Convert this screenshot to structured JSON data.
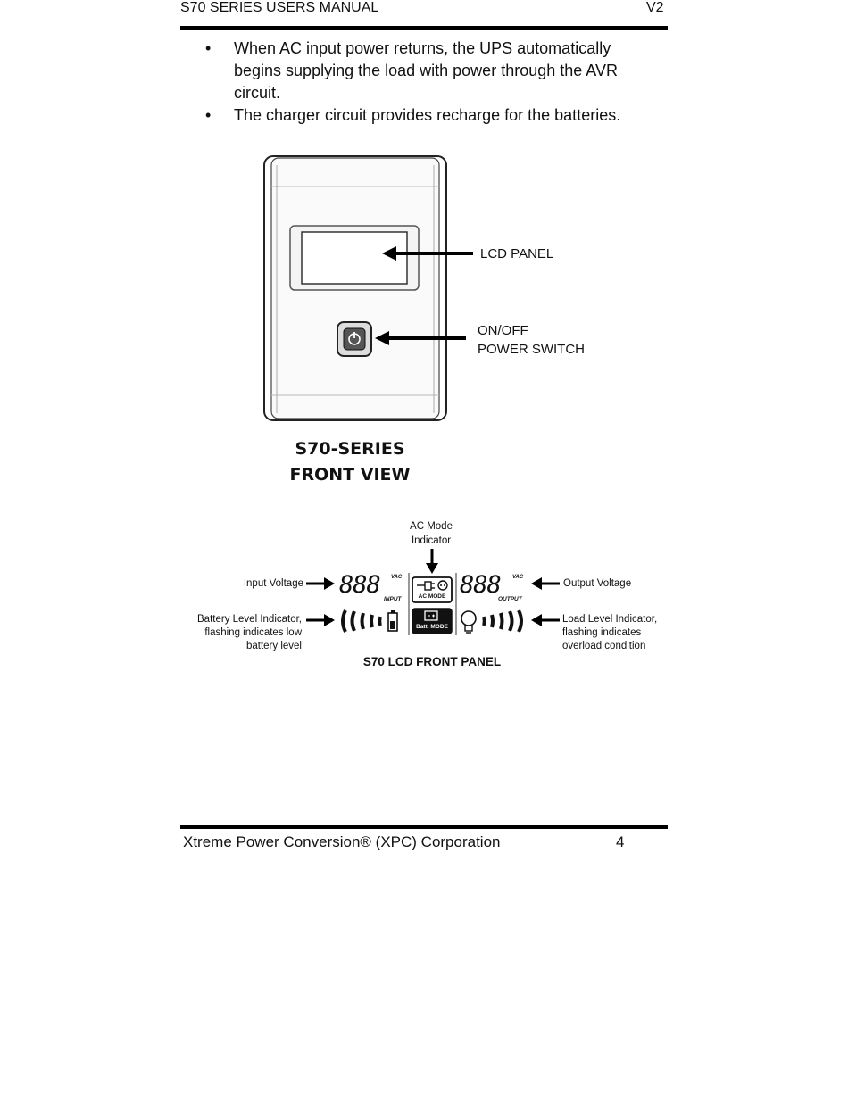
{
  "header": {
    "title": "S70 SERIES USERS MANUAL",
    "version": "V2"
  },
  "bullets": [
    "When AC input power returns, the UPS automatically begins supplying the load with power through the AVR circuit.",
    "The charger circuit provides recharge for the batteries."
  ],
  "bullet_symbol": "•",
  "front_view": {
    "lcd_label": "LCD PANEL",
    "switch_label_1": "ON/OFF",
    "switch_label_2": "POWER SWITCH",
    "caption_1": "S70-SERIES",
    "caption_2": "FRONT VIEW"
  },
  "lcd_panel": {
    "ac_mode_indicator_1": "AC Mode",
    "ac_mode_indicator_2": "Indicator",
    "input_voltage": "Input Voltage",
    "output_voltage": "Output Voltage",
    "battery_level_1": "Battery Level Indicator,",
    "battery_level_2": "flashing indicates low",
    "battery_level_3": "battery level",
    "load_level_1": "Load Level Indicator,",
    "load_level_2": "flashing indicates",
    "load_level_3": "overload condition",
    "digits_input": "888",
    "digits_output": "888",
    "unit": "VAC",
    "input_tag": "INPUT",
    "output_tag": "OUTPUT",
    "ac_mode_text": "AC MODE",
    "batt_mode_text": "Batt. MODE",
    "title": "S70 LCD FRONT PANEL"
  },
  "footer": {
    "company": "Xtreme Power Conversion® (XPC) Corporation",
    "page_number": "4"
  }
}
